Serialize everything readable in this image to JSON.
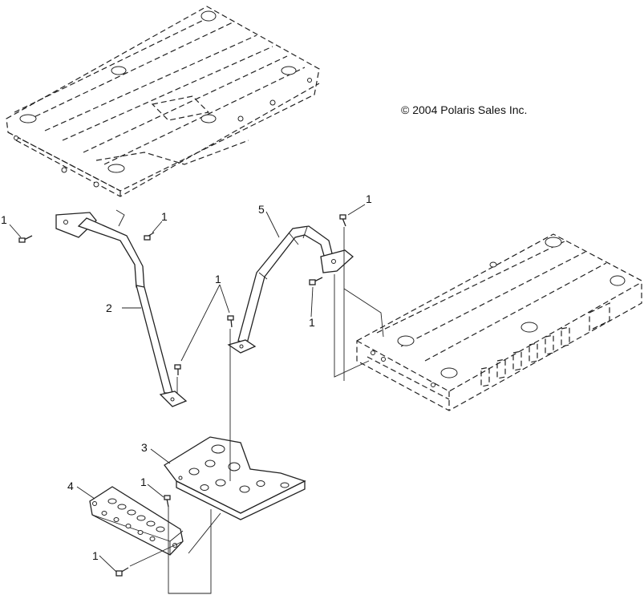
{
  "copyright": "© 2004 Polaris Sales Inc.",
  "callouts": {
    "c1a": "1",
    "c1b": "1",
    "c1c": "1",
    "c1d": "1",
    "c1e": "1",
    "c1f": "1",
    "c1g": "1",
    "c2": "2",
    "c3": "3",
    "c4": "4",
    "c5": "5"
  }
}
